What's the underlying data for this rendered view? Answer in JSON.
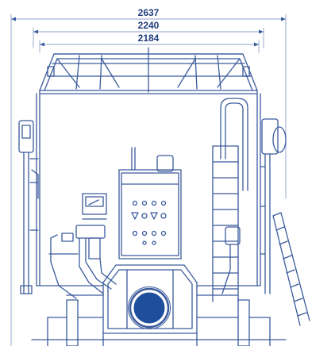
{
  "dimensions": {
    "overall_width": "2637",
    "track_width": "2240",
    "body_width": "2184"
  },
  "colors": {
    "line": "#3a5a9c",
    "line_light": "#8ea2cc",
    "fan_fill": "#1f4e9c",
    "text": "#1f3d7a",
    "background": "#ffffff"
  },
  "icons": [
    "machine-front-elevation",
    "fan-icon",
    "ladder-icon",
    "control-panel-icon"
  ]
}
